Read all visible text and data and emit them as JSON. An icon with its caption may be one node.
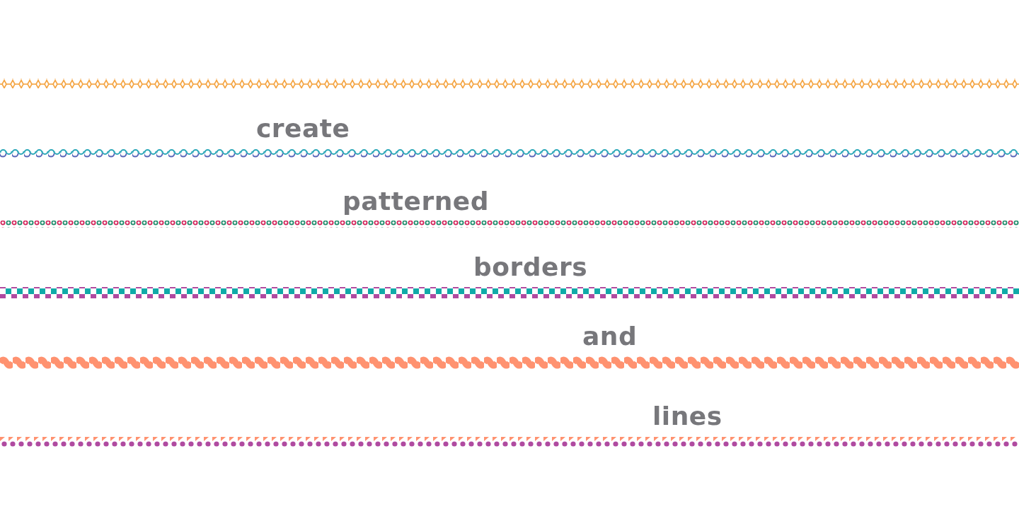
{
  "diagram": {
    "labels": [
      "create",
      "patterned",
      "borders",
      "and",
      "lines"
    ]
  }
}
